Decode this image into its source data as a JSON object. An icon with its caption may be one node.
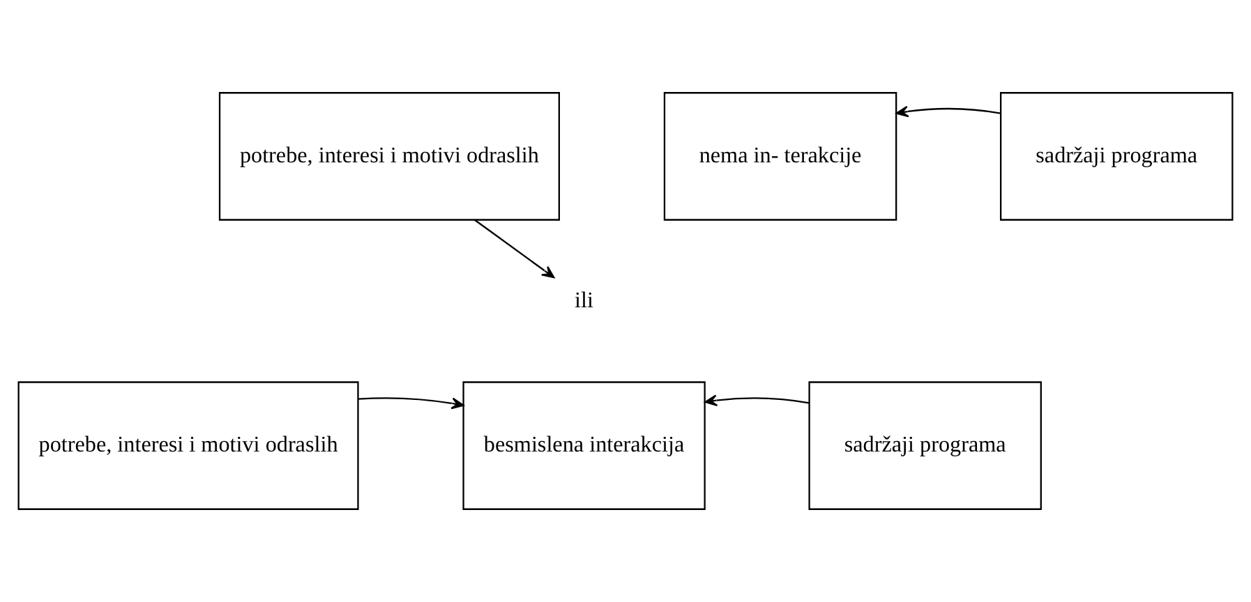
{
  "diagram": {
    "nodes": [
      {
        "text": [
          "potrebe, interesi i motivi odraslih"
        ]
      },
      {
        "text": [
          "nema in- terakcije"
        ]
      },
      {
        "text": [
          "sadržaji programa"
        ]
      },
      {
        "text": [
          "ili"
        ]
      },
      {
        "text": [
          "potrebe, interesi i motivi odraslih"
        ]
      },
      {
        "text": [
          "besmislena interakcija"
        ]
      },
      {
        "text": [
          "sadržaji programa"
        ]
      }
    ],
    "edges": [
      {
        "from": 0,
        "to": 3,
        "arrow": "to"
      },
      {
        "from": 2,
        "to": 1,
        "arrow": "to"
      },
      {
        "from": 4,
        "to": 5,
        "arrow": "to"
      },
      {
        "from": 6,
        "to": 5,
        "arrow": "to"
      }
    ]
  }
}
